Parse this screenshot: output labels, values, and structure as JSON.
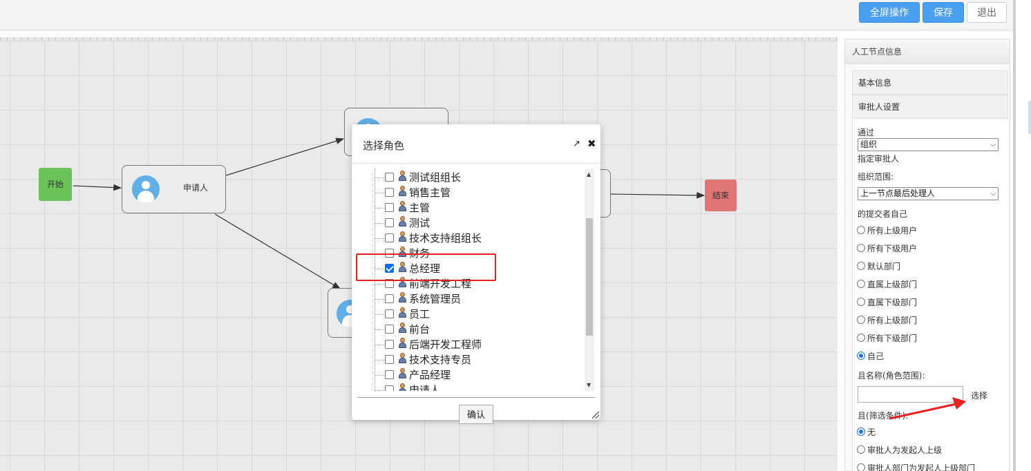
{
  "toolbar": {
    "fullscreen_label": "全屏操作",
    "save_label": "保存",
    "exit_label": "退出",
    "primary_color": "#4a9ff0"
  },
  "canvas": {
    "start_label": "开始",
    "end_label": "结束",
    "applicant_label": "申请人",
    "start_color": "#6cc35a",
    "end_color": "#e07575"
  },
  "panel": {
    "title": "人工节点信息",
    "sections": {
      "basic_info": "基本信息",
      "approver_settings": "审批人设置"
    },
    "form": {
      "pass_label": "通过",
      "pass_select": "组织",
      "assign_label": "指定审批人",
      "org_scope_label": "组织范围:",
      "org_scope_select": "上一节点最后处理人",
      "submitter_label": "的提交者自己",
      "scope_options": [
        {
          "label": "所有上级用户",
          "checked": false
        },
        {
          "label": "所有下级用户",
          "checked": false
        },
        {
          "label": "默认部门",
          "checked": false
        },
        {
          "label": "直属上级部门",
          "checked": false
        },
        {
          "label": "直属下级部门",
          "checked": false
        },
        {
          "label": "所有上级部门",
          "checked": false
        },
        {
          "label": "所有下级部门",
          "checked": false
        },
        {
          "label": "自己",
          "checked": true
        }
      ],
      "role_name_label": "且名称(角色范围):",
      "role_name_value": "",
      "select_link": "选择",
      "filter_label": "且(筛选条件):",
      "filter_options": [
        {
          "label": "无",
          "checked": true
        },
        {
          "label": "审批人为发起人上级",
          "checked": false
        },
        {
          "label": "审批人部门为发起人上级部门",
          "checked": false
        }
      ]
    }
  },
  "modal": {
    "title": "选择角色",
    "popout_icon": "external-link-icon",
    "close_icon": "close-icon",
    "roles": [
      {
        "name": "测试组组长",
        "checked": false
      },
      {
        "name": "销售主管",
        "checked": false
      },
      {
        "name": "主管",
        "checked": false
      },
      {
        "name": "测试",
        "checked": false
      },
      {
        "name": "技术支持组组长",
        "checked": false
      },
      {
        "name": "财务",
        "checked": false
      },
      {
        "name": "总经理",
        "checked": true
      },
      {
        "name": "前端开发工程",
        "checked": false
      },
      {
        "name": "系统管理员",
        "checked": false
      },
      {
        "name": "员工",
        "checked": false
      },
      {
        "name": "前台",
        "checked": false
      },
      {
        "name": "后端开发工程师",
        "checked": false
      },
      {
        "name": "技术支持专员",
        "checked": false
      },
      {
        "name": "产品经理",
        "checked": false
      },
      {
        "name": "申请人",
        "checked": false
      }
    ],
    "confirm_label": "确认"
  },
  "annotations": {
    "highlight_color": "#e8201e"
  }
}
